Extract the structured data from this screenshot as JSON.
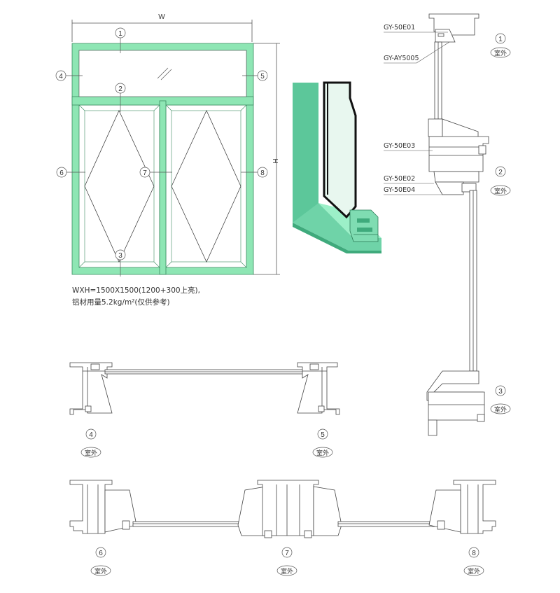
{
  "dimensions": {
    "width_label": "W",
    "height_label": "H"
  },
  "spec_lines": [
    "WXH=1500X1500(1200+300上亮),",
    "铝材用量5.2kg/m²(仅供参考)"
  ],
  "colors": {
    "frame": "#8ee6b4",
    "frame_stroke": "#3a8a60",
    "profile": "#6fd3a8",
    "line": "#555555"
  },
  "profile_codes": [
    "GY-50E01",
    "GY-AY5005",
    "GY-50E03",
    "GY-50E02",
    "GY-50E04"
  ],
  "outdoor_label": "室外",
  "callouts": [
    "1",
    "2",
    "3",
    "4",
    "5",
    "6",
    "7",
    "8"
  ]
}
